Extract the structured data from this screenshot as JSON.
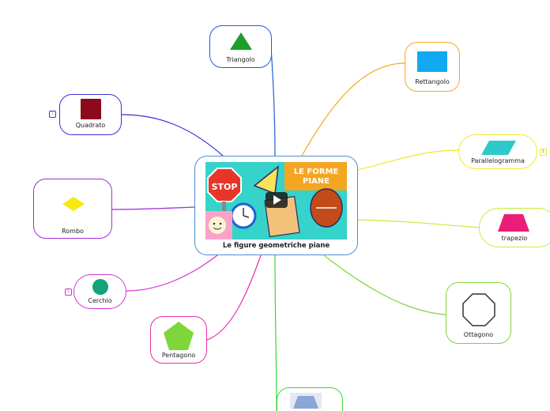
{
  "central": {
    "title": "Le figure geometriche piane",
    "thumbnail": {
      "banner_line1": "LE FORME",
      "banner_line2": "PIANE",
      "stop_sign_text": "STOP",
      "play_icon": "play-icon"
    }
  },
  "nodes": {
    "triangolo": {
      "label": "Triangolo",
      "color": "#1f5fd6",
      "shape_color": "#1b9e2a"
    },
    "rettangolo": {
      "label": "Rettangolo",
      "color": "#f4a623",
      "shape_color": "#11aaf0"
    },
    "parallelogramma": {
      "label": "Parallelogramma",
      "color": "#f2e62d",
      "shape_color": "#2ec9c9",
      "badge": "1"
    },
    "trapezio": {
      "label": "trapezio",
      "color": "#c5ec3c",
      "shape_color": "#ea1e7a"
    },
    "ottagono": {
      "label": "Ottagono",
      "color": "#7ed63a",
      "shape_color": "#333333"
    },
    "quadrato": {
      "label": "Quadrato",
      "color": "#3a31d6",
      "shape_color": "#8c0a1e",
      "badge": "1"
    },
    "rombo": {
      "label": "Rombo",
      "color": "#9b2fd6",
      "shape_color": "#f6ea11"
    },
    "cerchio": {
      "label": "Cerchio",
      "color": "#d62fd6",
      "shape_color": "#14a37a",
      "badge": "1"
    },
    "pentagono": {
      "label": "Pentagono",
      "color": "#e62fa8",
      "shape_color": "#7fd63a"
    },
    "bottom": {
      "label": "",
      "color": "#3ad63a",
      "shape_color": "#8aa6d6"
    }
  }
}
